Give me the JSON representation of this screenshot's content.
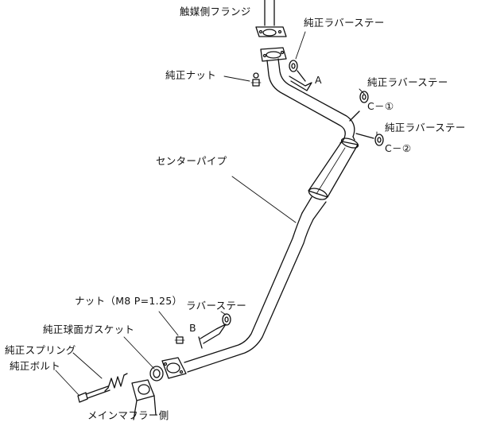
{
  "labels": {
    "catalyst_flange": "触媒側フランジ",
    "rubber_stay_top": "純正ラバーステー",
    "oem_nut": "純正ナット",
    "point_a": "A",
    "rubber_stay_c1": "純正ラバーステー",
    "point_c1": "C－①",
    "rubber_stay_c2": "純正ラバーステー",
    "point_c2": "C－②",
    "center_pipe": "センターパイプ",
    "nut_spec": "ナット（M8 P=1.25）",
    "rubber_stay_b": "ラバーステー",
    "point_b": "B",
    "oem_gasket": "純正球面ガスケット",
    "oem_spring": "純正スプリング",
    "oem_bolt": "純正ボルト",
    "main_muffler_side": "メインマフラー側"
  }
}
